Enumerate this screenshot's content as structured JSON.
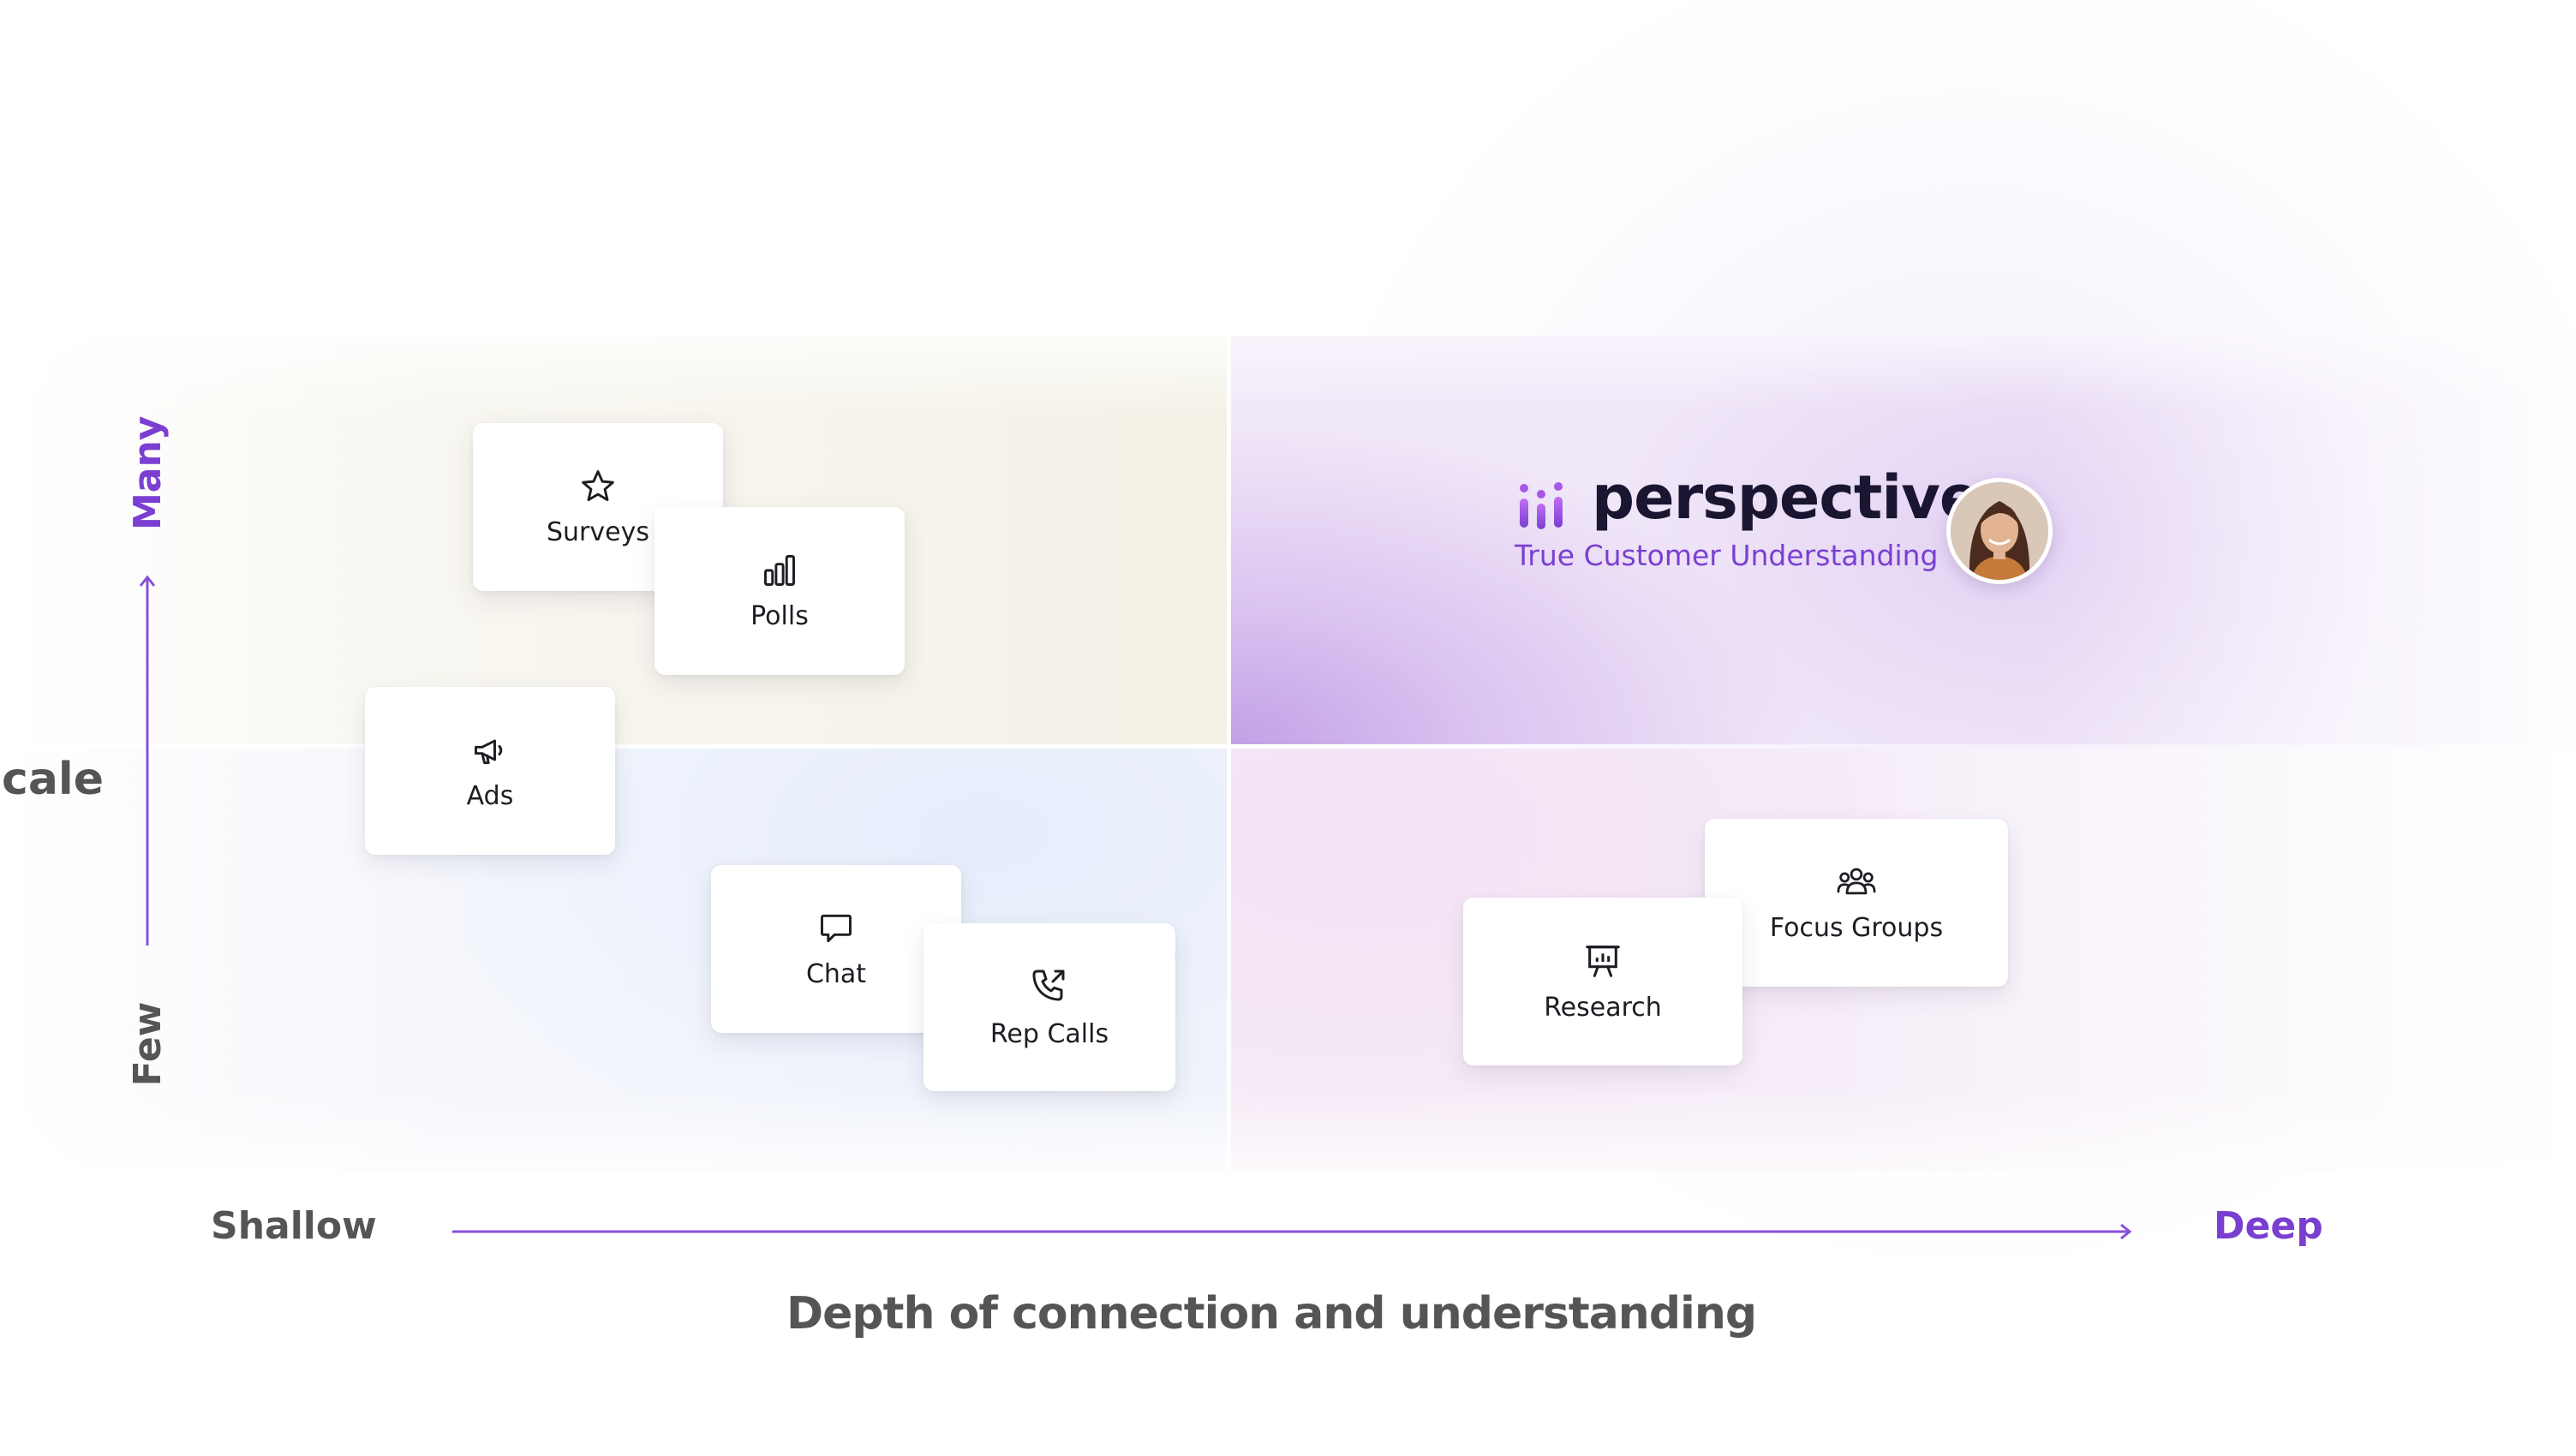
{
  "y_axis": {
    "cut_label": "cale",
    "top_label": "Many",
    "bottom_label": "Few"
  },
  "x_axis": {
    "left_label": "Shallow",
    "right_label": "Deep",
    "title": "Depth of connection and understanding"
  },
  "cards": [
    {
      "label": "Surveys",
      "icon": "star-icon"
    },
    {
      "label": "Polls",
      "icon": "bar-chart-icon"
    },
    {
      "label": "Ads",
      "icon": "megaphone-icon"
    },
    {
      "label": "Chat",
      "icon": "chat-bubble-icon"
    },
    {
      "label": "Rep Calls",
      "icon": "phone-outgoing-icon"
    },
    {
      "label": "Research",
      "icon": "presentation-board-icon"
    },
    {
      "label": "Focus Groups",
      "icon": "group-icon"
    }
  ],
  "brand": {
    "name": "perspective",
    "tagline": "True Customer Understanding",
    "logo_icon": "perspective-bars-logo",
    "avatar_icon": "customer-avatar"
  },
  "colors": {
    "accent_purple": "#7a3fd1",
    "label_gray": "#555555",
    "text_dark": "#1d1d24"
  }
}
